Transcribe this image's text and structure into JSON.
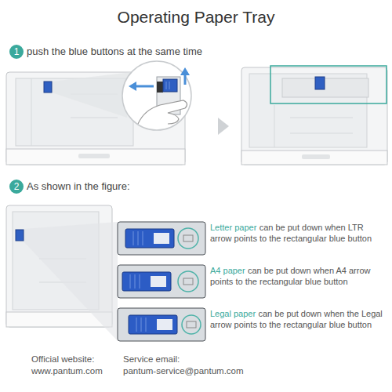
{
  "diagram": {
    "title": "Operating Paper Tray",
    "nodes": [
      {
        "text": [
          "1"
        ]
      },
      {
        "text": [
          "2"
        ]
      }
    ],
    "labels": [
      "push the blue buttons at the same time",
      "As shown in the figure:",
      "Letter paper",
      "can be put down when LTR arrow points to the rectangular blue button",
      "A4 paper",
      "can be put down when A4 arrow points to the rectangular blue button",
      "Legal paper",
      "can be put down when the Legal arrow points to the rectangular blue button",
      "Official website:",
      "Service email:",
      "www.pantum.com",
      "pantum-service@pantum.com"
    ]
  }
}
